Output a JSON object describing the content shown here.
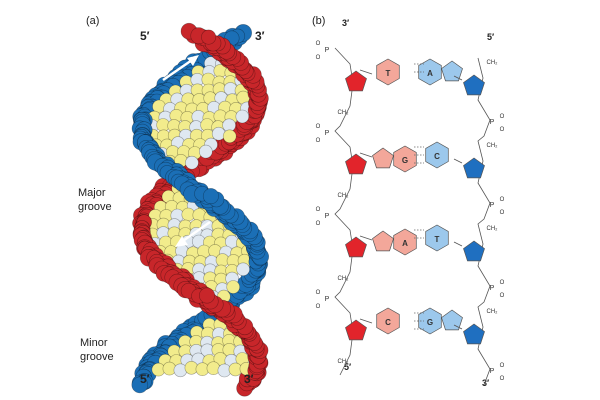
{
  "panel_a": {
    "label": "(a)",
    "top_left": "5′",
    "top_right": "3′",
    "bottom_left": "5′",
    "bottom_right": "3′",
    "major_groove": [
      "Major",
      "groove"
    ],
    "minor_groove": [
      "Minor",
      "groove"
    ],
    "colors": {
      "strand1": "#c8262a",
      "strand2": "#1b6fb6",
      "base_yellow": "#f2ec8c",
      "base_pale": "#dfe8f1"
    }
  },
  "panel_b": {
    "label": "(b)",
    "top_left": "3′",
    "top_right": "5′",
    "bottom_left": "5′",
    "bottom_right": "3′",
    "ch2": "CH₂",
    "o": "O",
    "p": "P",
    "pairs": [
      {
        "left": "T",
        "right": "A"
      },
      {
        "left": "G",
        "right": "C"
      },
      {
        "left": "A",
        "right": "T"
      },
      {
        "left": "C",
        "right": "G"
      }
    ],
    "colors": {
      "sugar_left": "#e2242b",
      "sugar_right": "#1f6fc0",
      "base_left": "#f3a79a",
      "base_right": "#9cc8ec"
    }
  }
}
